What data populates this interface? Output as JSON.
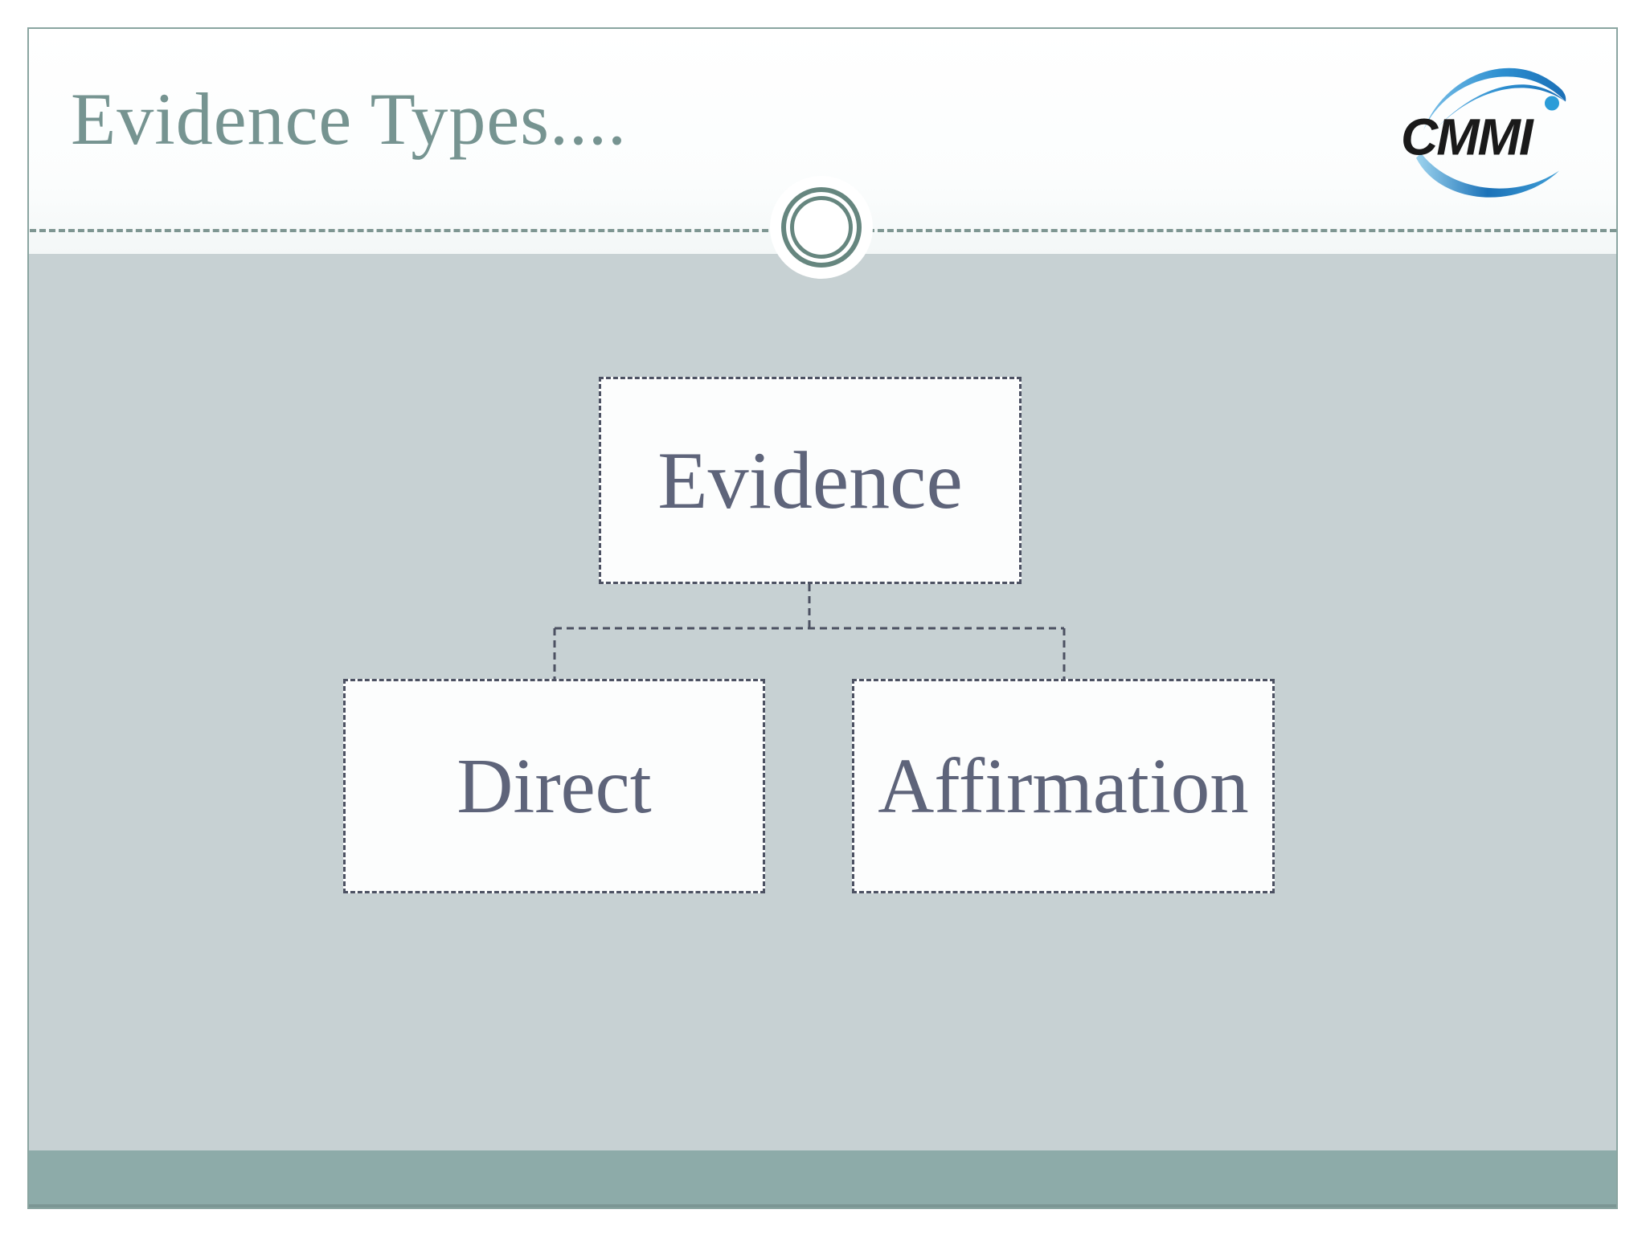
{
  "slide": {
    "title": "Evidence Types....",
    "logo": {
      "text": "CMMI"
    },
    "diagram": {
      "root": {
        "label": "Evidence"
      },
      "children": [
        {
          "label": "Direct"
        },
        {
          "label": "Affirmation"
        }
      ]
    },
    "colors": {
      "title_text": "#769491",
      "header_background": "#fdfefe",
      "content_background": "#c7d1d3",
      "footer_band": "#8daba9",
      "footer_band_edge": "#7b9694",
      "frame_border": "#8aa5a1",
      "divider_dash": "#7e9692",
      "ornament_ring": "#66867f",
      "node_border_dash": "#4c5162",
      "node_text": "#5e647a",
      "node_fill": "#fcfdfd",
      "logo_text": "#1a1a1a",
      "logo_swoosh_light": "#7cc0e8",
      "logo_swoosh_dark": "#1b6fb6",
      "logo_dot": "#2b9cd8"
    }
  }
}
